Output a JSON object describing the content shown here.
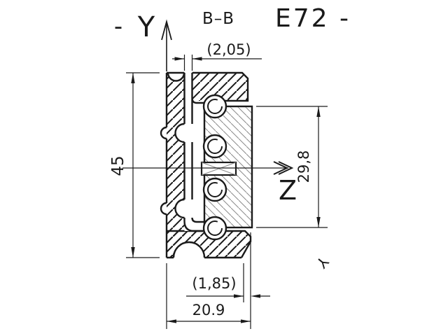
{
  "drawing": {
    "title": "E72 -",
    "section_label": "B–B",
    "axes": {
      "y_prefix": "-",
      "y_label": "Y",
      "z_label": "Z",
      "corner_marker": "Y"
    },
    "dimensions": {
      "overall_height": "45",
      "web_thickness_ref": "(2,05)",
      "inner_rail_height": "29,8",
      "lip_thickness_ref": "(1,85)",
      "overall_width": "20.9"
    },
    "colors": {
      "line": "#1a1a1a",
      "thin_hatch": "#8a8a8a",
      "background": "#ffffff"
    }
  }
}
